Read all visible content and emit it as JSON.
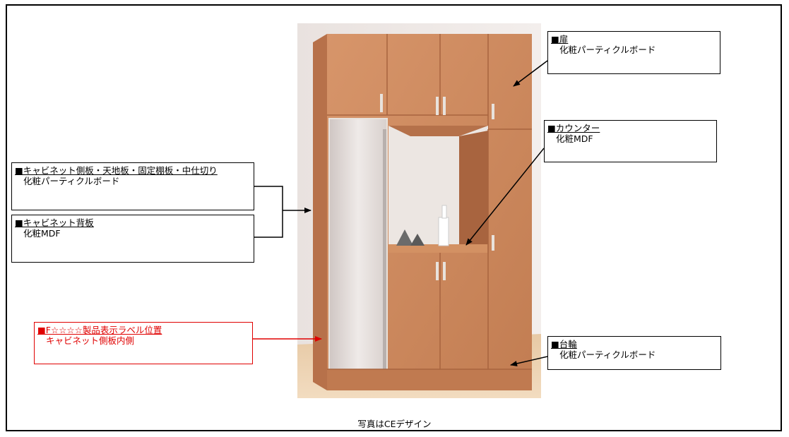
{
  "labels": {
    "door": {
      "title": "■扉",
      "material": "化粧パーティクルボード"
    },
    "counter": {
      "title": "■カウンター",
      "material": "化粧MDF"
    },
    "cabinet_side": {
      "title": "■キャビネット側板・天地板・固定棚板・中仕切り",
      "material": "化粧パーティクルボード"
    },
    "cabinet_back": {
      "title": "■キャビネット背板",
      "material": "化粧MDF"
    },
    "label_position": {
      "title": "■F☆☆☆☆製品表示ラベル位置",
      "material": "キャビネット側板内側"
    },
    "base": {
      "title": "■台輪",
      "material": "化粧パーティクルボード"
    }
  },
  "caption": "写真はCEデザイン",
  "colors": {
    "accent_red": "#e00000",
    "wood": "#c9875a"
  }
}
